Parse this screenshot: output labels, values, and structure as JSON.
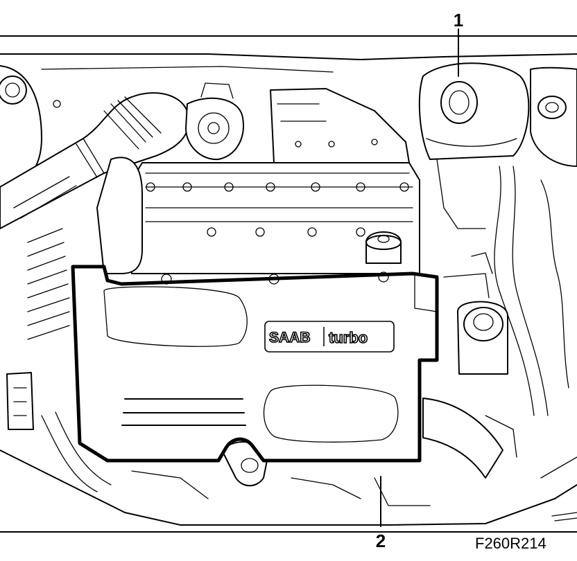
{
  "callouts": [
    {
      "label": "1",
      "part": "coolant-expansion-tank-cap"
    },
    {
      "label": "2",
      "part": "engine-cover"
    }
  ],
  "figure_id": "F260R214",
  "engine_cover": {
    "badge_brand": "SAAB",
    "badge_model": "turbo"
  }
}
